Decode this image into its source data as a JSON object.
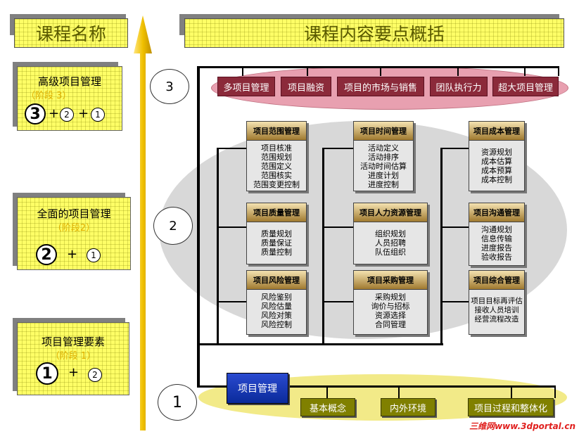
{
  "left_header": "课程名称",
  "right_header": "课程内容要点概括",
  "stages": [
    {
      "title": "高级项目管理",
      "sub": "（阶段 3）",
      "main": "3",
      "rest": [
        "2",
        "1"
      ]
    },
    {
      "title": "全面的项目管理",
      "sub": "（阶段2）",
      "main": "2",
      "rest": [
        "1"
      ]
    },
    {
      "title": "项目管理要素",
      "sub": "（阶段 1）",
      "main": "1",
      "rest": [
        "2"
      ]
    }
  ],
  "plus": "+",
  "levels": [
    "3",
    "2",
    "1"
  ],
  "top_items": [
    "多项目管理",
    "项目融资",
    "项目的市场与销售",
    "团队执行力",
    "超大项目管理"
  ],
  "cards": [
    {
      "title": "项目范围管理",
      "items": [
        "项目核准",
        "范围规划",
        "范围定义",
        "范围核实",
        "范围变更控制"
      ]
    },
    {
      "title": "项目时间管理",
      "items": [
        "活动定义",
        "活动排序",
        "活动时间估算",
        "进度计划",
        "进度控制"
      ]
    },
    {
      "title": "项目成本管理",
      "items": [
        "资源规划",
        "成本估算",
        "成本预算",
        "成本控制"
      ]
    },
    {
      "title": "项目质量管理",
      "items": [
        "质量规划",
        "质量保证",
        "质量控制"
      ]
    },
    {
      "title": "项目人力资源管理",
      "items": [
        "组织规划",
        "人员招聘",
        "队伍组织"
      ]
    },
    {
      "title": "项目沟通管理",
      "items": [
        "沟通规划",
        "信息传输",
        "进度报告",
        "验收报告"
      ]
    },
    {
      "title": "项目风险管理",
      "items": [
        "风险鉴别",
        "风险估量",
        "风险对策",
        "风险控制"
      ]
    },
    {
      "title": "项目采购管理",
      "items": [
        "采购规划",
        "询价与招标",
        "资源选择",
        "合同管理"
      ]
    },
    {
      "title": "项目综合管理",
      "items": [
        "项目目标再评估",
        "接收人员培训",
        "经营流程改造"
      ]
    }
  ],
  "root": "项目管理",
  "bottom_items": [
    "基本概念",
    "内外环境",
    "项目过程和整体化"
  ],
  "watermark": "三维网www.3dportal.cn",
  "colors": {
    "stage_bg": "#ffff66",
    "top_item": "#8b2a3a",
    "root": "#0a2a9a",
    "bottom_item": "#808000",
    "arrow": "#f0c000"
  }
}
